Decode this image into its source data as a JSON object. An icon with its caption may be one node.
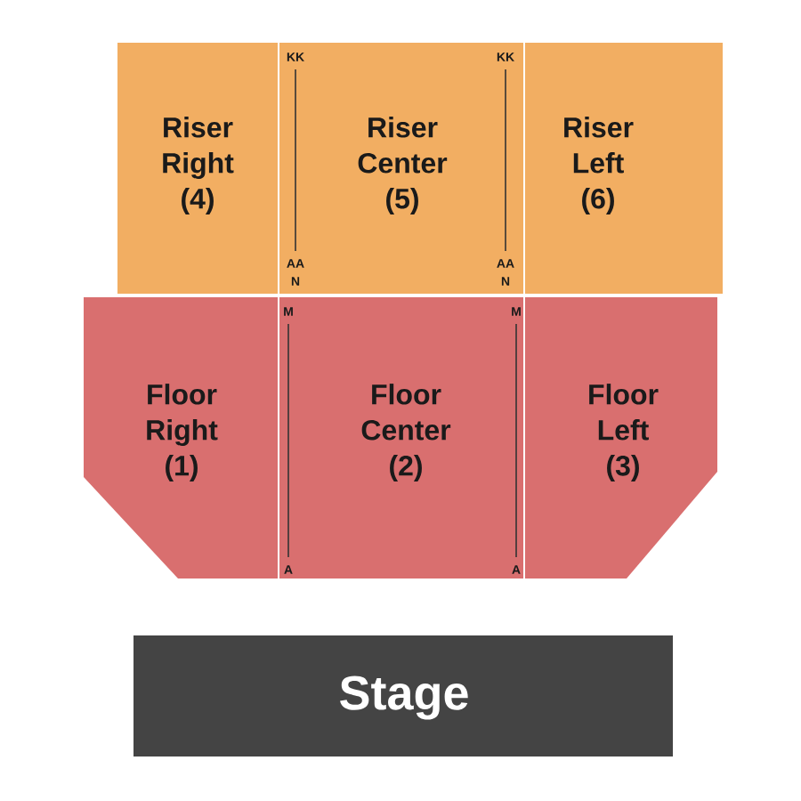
{
  "diagram": {
    "nodes": [
      {
        "text": [
          "Riser Right (4)"
        ]
      },
      {
        "text": [
          "Riser Center (5)"
        ]
      },
      {
        "text": [
          "Riser Left (6)"
        ]
      },
      {
        "text": [
          "Floor Right (1)"
        ]
      },
      {
        "text": [
          "Floor Center (2)"
        ]
      },
      {
        "text": [
          "Floor Left (3)"
        ]
      },
      {
        "text": [
          "Stage"
        ]
      }
    ],
    "labels": [
      "KK",
      "KK",
      "AA",
      "AA",
      "N",
      "N",
      "M",
      "M",
      "A",
      "A"
    ]
  }
}
